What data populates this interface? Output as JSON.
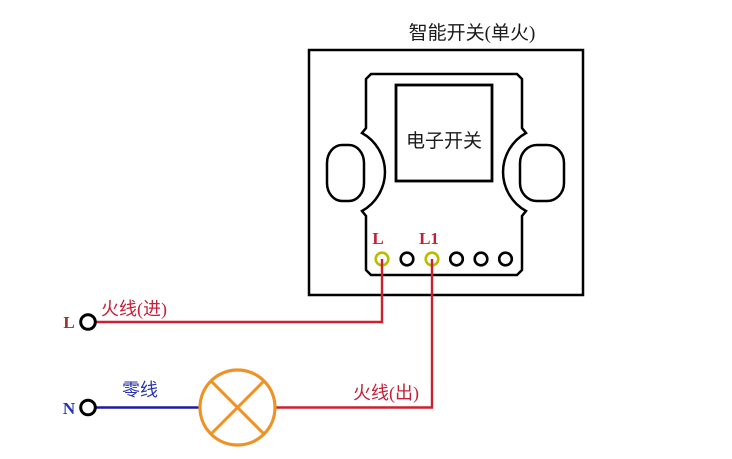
{
  "title": {
    "text": "智能开关(单火)"
  },
  "switch": {
    "label": "电子开关",
    "terminal_l": "L",
    "terminal_l1": "L1"
  },
  "source": {
    "live_label": "L",
    "neutral_label": "N"
  },
  "wires": {
    "live_in_label": "火线(进)",
    "neutral_label": "零线",
    "live_out_label": "火线(出)"
  },
  "colors": {
    "outline": "#000000",
    "title_text": "#1a1a1a",
    "live_wire": "#cc2030",
    "neutral_wire": "#1d1ca0",
    "lamp": "#ef9226",
    "terminal_ring": "#b8bd00",
    "live_text": "#c5203a",
    "l_text": "#9a322c",
    "n_text": "#2636ae"
  }
}
